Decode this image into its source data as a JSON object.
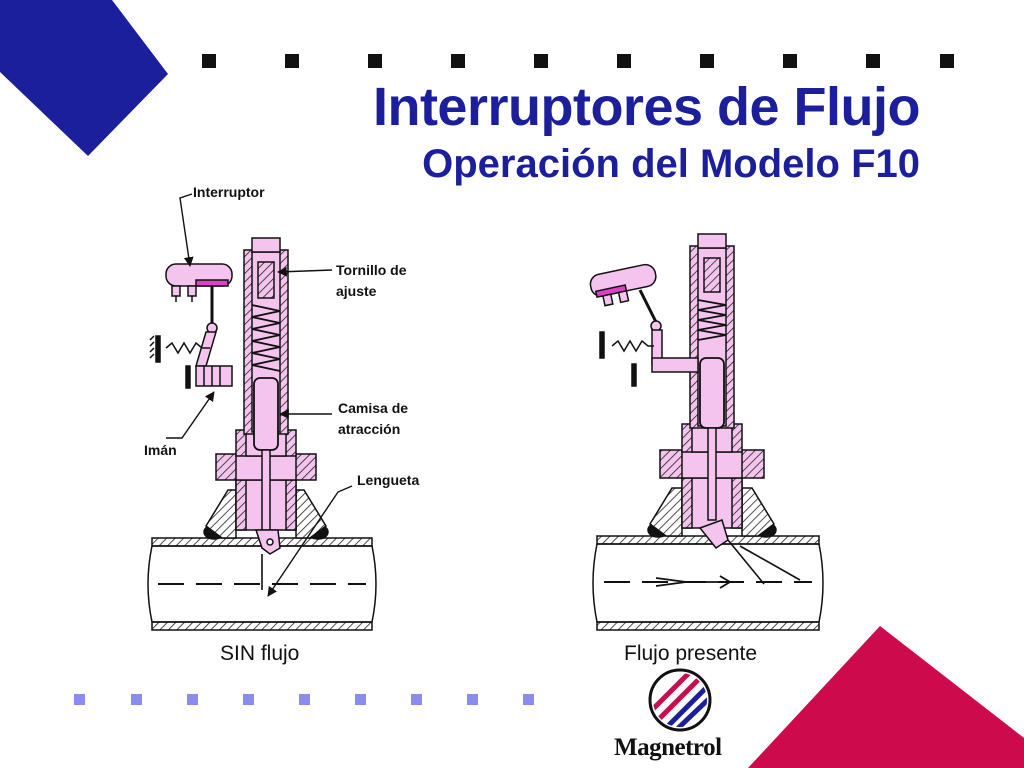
{
  "title": "Interruptores de Flujo",
  "subtitle": "Operación del Modelo F10",
  "labels": {
    "interruptor": "Interruptor",
    "tornillo_1": "Tornillo de",
    "tornillo_2": "ajuste",
    "camisa_1": "Camisa de",
    "camisa_2": "atracción",
    "iman": "Imán",
    "lengueta": "Lengueta"
  },
  "captions": {
    "no_flow": "SIN flujo",
    "flow": "Flujo presente"
  },
  "logo": {
    "text": "Magnetrol"
  },
  "colors": {
    "accent_blue": "#1c1f9c",
    "accent_red": "#cc0a4c",
    "device_pink": "#f4c4ee",
    "switch_contact": "#e040c8"
  }
}
